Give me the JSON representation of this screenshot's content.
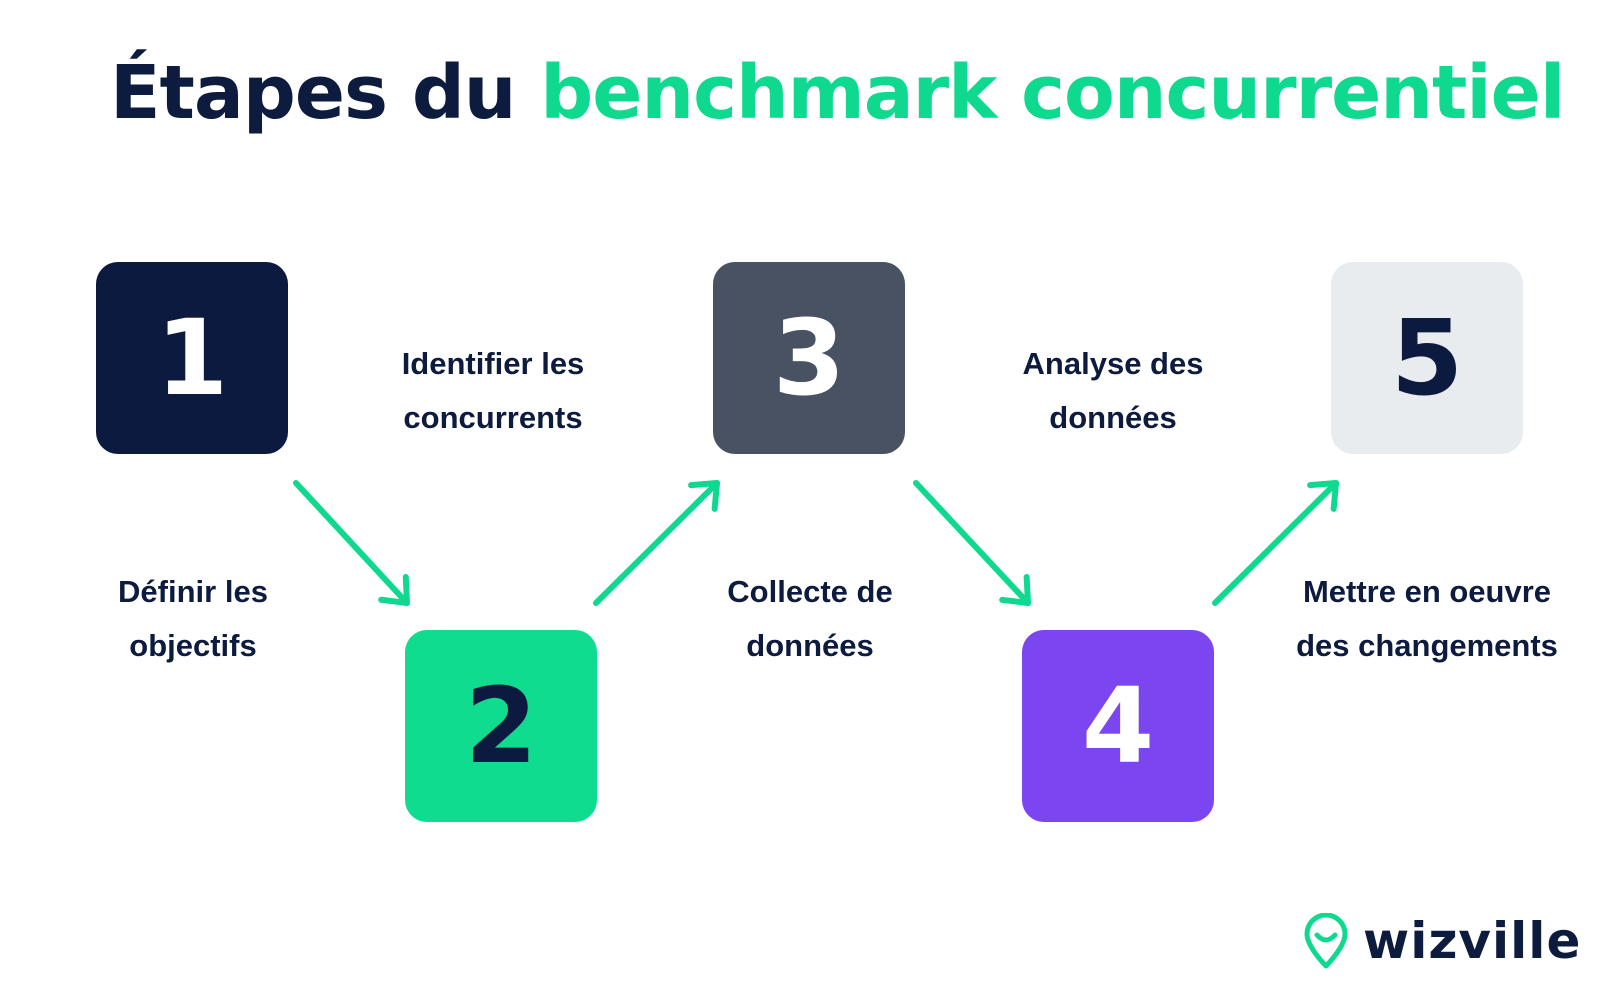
{
  "title": {
    "part1": "Étapes du ",
    "part2": "benchmark concurrentiel",
    "color_main": "#0d1b3e",
    "color_highlight": "#0fd98f"
  },
  "steps": [
    {
      "number": "1",
      "label_line1": "Définir les",
      "label_line2": "objectifs",
      "box_color": "#0c1a3f",
      "text_color": "#ffffff"
    },
    {
      "number": "2",
      "label_line1": "Identifier les",
      "label_line2": "concurrents",
      "box_color": "#0fdc8f",
      "text_color": "#0c1a3f"
    },
    {
      "number": "3",
      "label_line1": "Collecte de",
      "label_line2": "données",
      "box_color": "#485262",
      "text_color": "#ffffff"
    },
    {
      "number": "4",
      "label_line1": "Analyse des",
      "label_line2": "données",
      "box_color": "#7b45f0",
      "text_color": "#ffffff"
    },
    {
      "number": "5",
      "label_line1": "Mettre en oeuvre",
      "label_line2": "des changements",
      "box_color": "#e9ecef",
      "text_color": "#0c1a3f"
    }
  ],
  "arrow_color": "#0fd98f",
  "logo": {
    "text": "wizville",
    "icon": "map-pin-smile-icon",
    "icon_color": "#0fd98f"
  }
}
